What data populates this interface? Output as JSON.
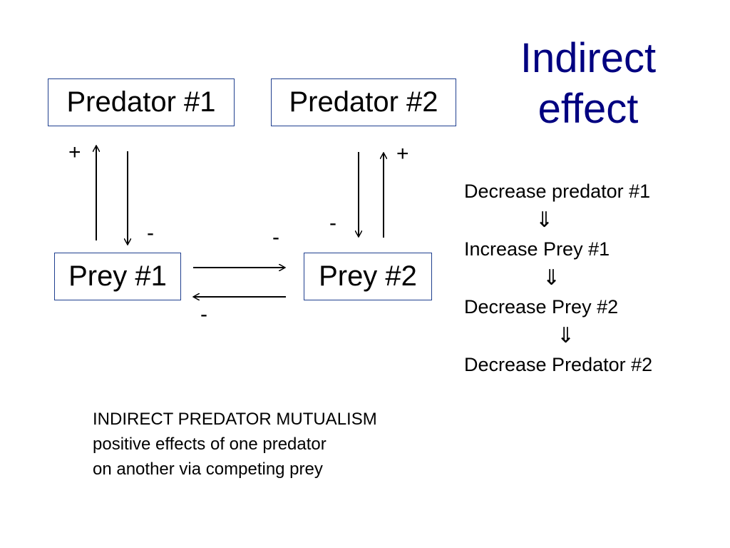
{
  "title": {
    "line1": "Indirect",
    "line2": "effect"
  },
  "title_color": "#000080",
  "box_border_color": "#1f3f8f",
  "nodes": {
    "predator1": "Predator #1",
    "predator2": "Predator #2",
    "prey1": "Prey #1",
    "prey2": "Prey #2"
  },
  "edge_signs": {
    "prey1_to_predator1": "+",
    "prey2_to_predator2": "+",
    "predator1_to_prey1": "-",
    "prey2_to_prey1_right": "-",
    "predator2_to_prey2": "-",
    "prey2_to_prey1": "-"
  },
  "chain": {
    "steps": [
      "Decrease predator #1",
      "Increase Prey #1",
      "Decrease Prey #2",
      "Decrease Predator #2"
    ],
    "arrow_glyph": "⇓"
  },
  "caption": {
    "line1": "INDIRECT PREDATOR MUTUALISM",
    "line2": "positive effects of one predator",
    "line3": "on another via competing prey"
  }
}
